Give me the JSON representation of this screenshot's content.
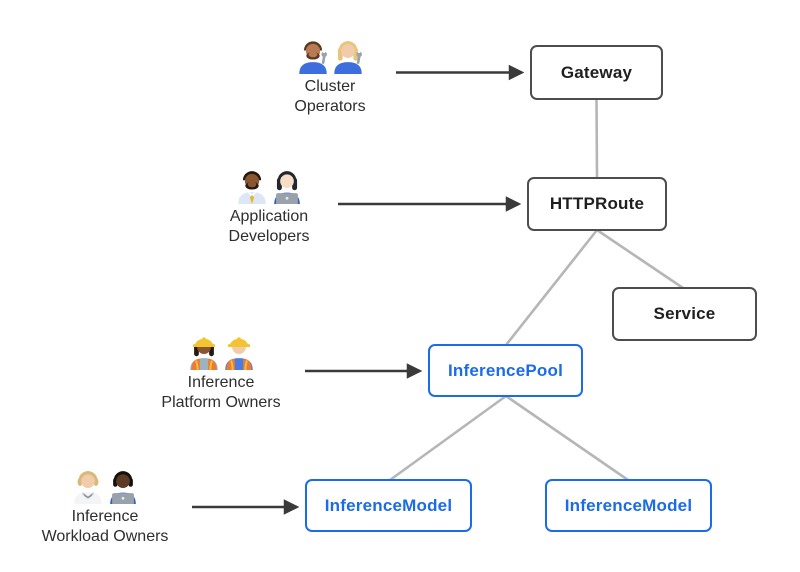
{
  "diagram": {
    "personas": [
      {
        "id": "cluster-operators",
        "label_line1": "Cluster",
        "label_line2": "Operators",
        "icons": [
          "man-mechanic-icon",
          "woman-mechanic-icon"
        ]
      },
      {
        "id": "application-developers",
        "label_line1": "Application",
        "label_line2": "Developers",
        "icons": [
          "man-office-worker-icon",
          "woman-technologist-icon"
        ]
      },
      {
        "id": "inference-platform-owners",
        "label_line1": "Inference",
        "label_line2": "Platform Owners",
        "icons": [
          "woman-construction-worker-icon",
          "man-construction-worker-icon"
        ]
      },
      {
        "id": "inference-workload-owners",
        "label_line1": "Inference",
        "label_line2": "Workload Owners",
        "icons": [
          "health-worker-icon",
          "man-technologist-icon"
        ]
      }
    ],
    "nodes": {
      "gateway": {
        "label": "Gateway",
        "style": "core"
      },
      "httproute": {
        "label": "HTTPRoute",
        "style": "core"
      },
      "service": {
        "label": "Service",
        "style": "core"
      },
      "inference_pool": {
        "label": "InferencePool",
        "style": "extension"
      },
      "inference_model_left": {
        "label": "InferenceModel",
        "style": "extension"
      },
      "inference_model_right": {
        "label": "InferenceModel",
        "style": "extension"
      }
    },
    "edges": [
      {
        "from": "gateway",
        "to": "httproute",
        "type": "line"
      },
      {
        "from": "httproute",
        "to": "service",
        "type": "line"
      },
      {
        "from": "httproute",
        "to": "inference_pool",
        "type": "line"
      },
      {
        "from": "inference_pool",
        "to": "inference_model_left",
        "type": "line"
      },
      {
        "from": "inference_pool",
        "to": "inference_model_right",
        "type": "line"
      },
      {
        "from": "cluster-operators",
        "to": "gateway",
        "type": "arrow"
      },
      {
        "from": "application-developers",
        "to": "httproute",
        "type": "arrow"
      },
      {
        "from": "inference-platform-owners",
        "to": "inference_pool",
        "type": "arrow"
      },
      {
        "from": "inference-workload-owners",
        "to": "inference_model_left",
        "type": "arrow"
      }
    ],
    "colors": {
      "core_box_border": "#4d4d4d",
      "core_box_text": "#1f1f1f",
      "extension_box_border": "#1b6ce8",
      "extension_box_text": "#1b6ce8",
      "connector_line": "#b6b6b6",
      "arrow": "#3a3a3a",
      "persona_text": "#2e2e2e",
      "background": "#ffffff"
    }
  }
}
